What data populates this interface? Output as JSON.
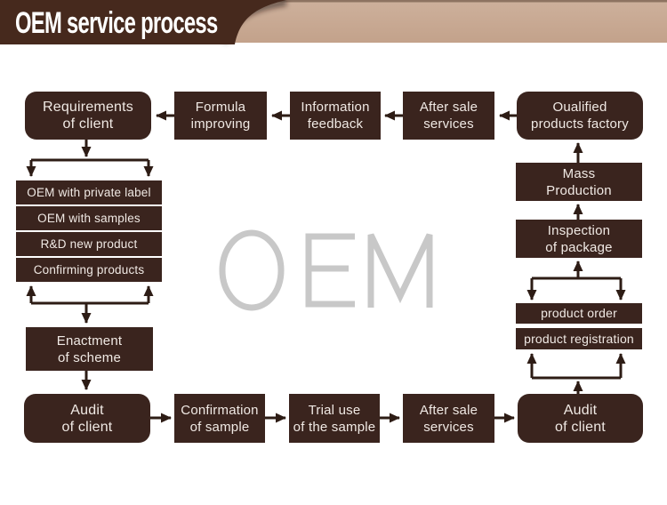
{
  "header": {
    "title": "OEM service process"
  },
  "watermark": {
    "text": "OEM"
  },
  "colors": {
    "box": "#3a241e",
    "box_text": "#f0e9e4",
    "connector": "#2d1c15",
    "header_dark": "#46291d",
    "header_tan": "#c9ab94",
    "watermark": "#c8c8c8"
  },
  "nodes": {
    "requirements": {
      "line1": "Requirements",
      "line2": "of client"
    },
    "formula": {
      "line1": "Formula",
      "line2": "improving"
    },
    "information": {
      "line1": "Information",
      "line2": "feedback"
    },
    "after_sale_top": {
      "line1": "After sale",
      "line2": "services"
    },
    "qualified": {
      "line1": "Oualified",
      "line2": "products factory"
    },
    "oem_private_label": {
      "label": "OEM with private label"
    },
    "oem_samples": {
      "label": "OEM with samples"
    },
    "rd_new_product": {
      "label": "R&D new product"
    },
    "confirming_products": {
      "label": "Confirming products"
    },
    "enactment": {
      "line1": "Enactment",
      "line2": "of scheme"
    },
    "audit_left": {
      "line1": "Audit",
      "line2": "of client"
    },
    "confirmation": {
      "line1": "Confirmation",
      "line2": "of sample"
    },
    "trial_use": {
      "line1": "Trial use",
      "line2": "of the sample"
    },
    "after_sale_bottom": {
      "line1": "After sale",
      "line2": "services"
    },
    "audit_right": {
      "line1": "Audit",
      "line2": "of client"
    },
    "mass_production": {
      "line1": "Mass",
      "line2": "Production"
    },
    "inspection": {
      "line1": "Inspection",
      "line2": "of package"
    },
    "product_order": {
      "label": "product order"
    },
    "product_registration": {
      "label": "product registration"
    }
  }
}
